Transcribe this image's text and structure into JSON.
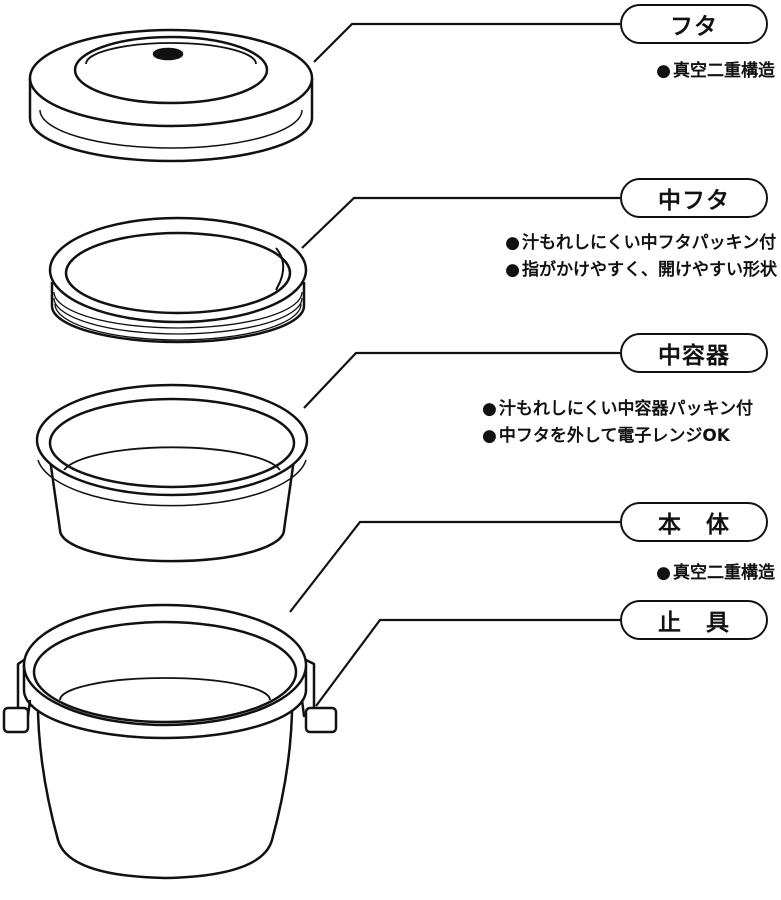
{
  "parts": {
    "lid": {
      "label": "フタ",
      "notes": [
        "真空二重構造"
      ]
    },
    "inner_lid": {
      "label": "中フタ",
      "notes": [
        "汁もれしにくい中フタパッキン付",
        "指がかけやすく、開けやすい形状"
      ]
    },
    "inner_container": {
      "label": "中容器",
      "notes": [
        "汁もれしにくい中容器パッキン付",
        "中フタを外して電子レンジOK"
      ]
    },
    "body": {
      "label": "本　体",
      "notes": [
        "真空二重構造"
      ]
    },
    "clasp": {
      "label": "止　具",
      "notes": []
    }
  }
}
